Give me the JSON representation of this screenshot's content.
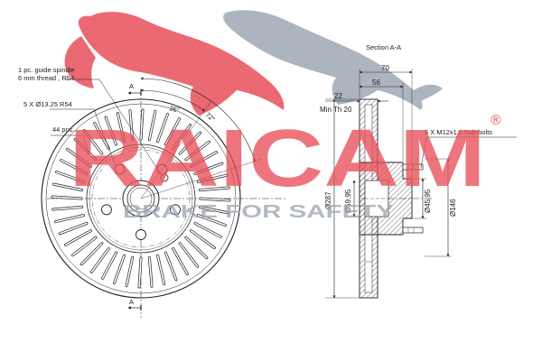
{
  "colors": {
    "brand_red": "#e8505a",
    "brand_gray": "#9ea7b4",
    "line": "#222222",
    "hatch": "#333333"
  },
  "watermark": {
    "logo_text": "RAICAM",
    "tagline": "BRAKE FOR SAFETY",
    "registered_mark": "®",
    "logo_icon": "panther-logo-icon"
  },
  "front_view": {
    "annotations": {
      "guide_spindle_line1": "1 pc. guide spindle",
      "guide_spindle_line2": "6 mm thread , R54",
      "bolt_holes": "5 X Ø13.25 R54",
      "cooling_slots": "44 pcs.",
      "angle_small": "36°",
      "angle_large": "72°",
      "section_mark_top": "A",
      "section_mark_bottom": "A"
    }
  },
  "section_view": {
    "title": "Section A-A",
    "dimensions": {
      "overall_height": "70",
      "hub_height": "56",
      "disc_thickness": "22",
      "min_thickness": "Min Th 20",
      "hub_bolts": "5 X M12x1.5 hub-bolts",
      "disc_diameter": "Ø287",
      "bore_diameter": "Ø59.95",
      "pilot_diameter": "Ø45.95",
      "hub_diameter": "Ø146"
    }
  }
}
